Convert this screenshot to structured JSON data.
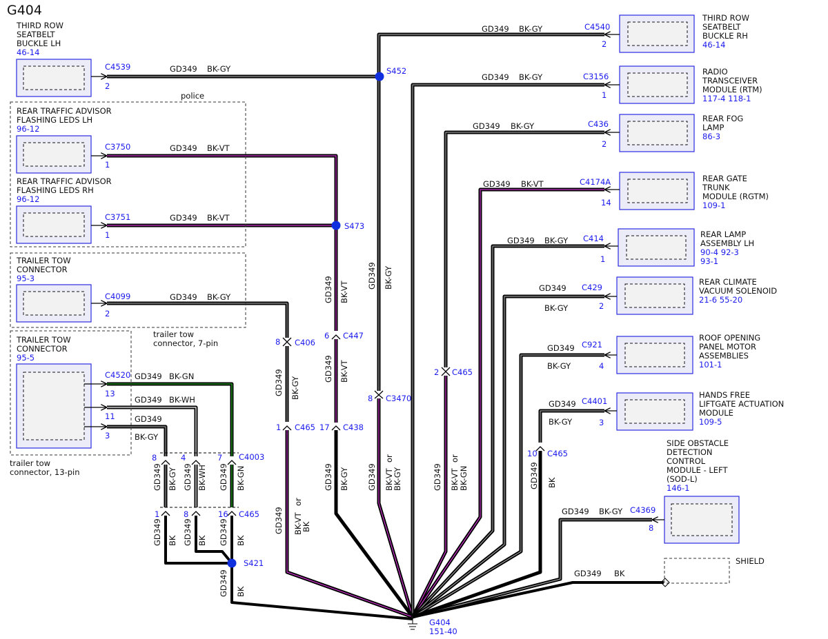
{
  "title": "G404",
  "components": {
    "c4539": {
      "name_lines": [
        "THIRD ROW",
        "SEATBELT",
        "BUCKLE LH"
      ],
      "ref": "46-14",
      "connector": "C4539",
      "pin": "2"
    },
    "c3750": {
      "name_lines": [
        "REAR TRAFFIC ADVISOR",
        "FLASHING LEDS LH"
      ],
      "ref": "96-12",
      "connector": "C3750",
      "pin": "1"
    },
    "c3751": {
      "name_lines": [
        "REAR TRAFFIC ADVISOR",
        "FLASHING LEDS RH"
      ],
      "ref": "96-12",
      "connector": "C3751",
      "pin": "1"
    },
    "c4099": {
      "name_lines": [
        "TRAILER TOW",
        "CONNECTOR"
      ],
      "ref": "95-3",
      "connector": "C4099",
      "pin": "2"
    },
    "c4520": {
      "name_lines": [
        "TRAILER TOW",
        "CONNECTOR"
      ],
      "ref": "95-5",
      "connector": "C4520",
      "pins": [
        "13",
        "11",
        "3"
      ]
    },
    "c4540": {
      "name_lines": [
        "THIRD ROW",
        "SEATBELT",
        "BUCKLE RH"
      ],
      "ref": "46-14",
      "connector": "C4540",
      "pin": "2"
    },
    "c3156": {
      "name_lines": [
        "RADIO",
        "TRANSCEIVER",
        "MODULE (RTM)"
      ],
      "ref": "117-4   118-1",
      "connector": "C3156",
      "pin": "1"
    },
    "c436": {
      "name_lines": [
        "REAR FOG",
        "LAMP"
      ],
      "ref": "86-3",
      "connector": "C436",
      "pin": "2"
    },
    "c4174a": {
      "name_lines": [
        "REAR GATE",
        "TRUNK",
        "MODULE (RGTM)"
      ],
      "ref": "109-1",
      "connector": "C4174A",
      "pin": "14"
    },
    "c414": {
      "name_lines": [
        "REAR LAMP",
        "ASSEMBLY LH"
      ],
      "ref_lines": [
        "90-4    92-3",
        "93-1"
      ],
      "connector": "C414",
      "pin": "1"
    },
    "c429": {
      "name_lines": [
        "REAR CLIMATE",
        "VACUUM SOLENOID"
      ],
      "ref": "21-6    55-20",
      "connector": "C429",
      "pin": "2"
    },
    "c921": {
      "name_lines": [
        "ROOF OPENING",
        "PANEL MOTOR",
        "ASSEMBLIES"
      ],
      "ref": "101-1",
      "connector": "C921",
      "pin": "4"
    },
    "c4401": {
      "name_lines": [
        "HANDS FREE",
        "LIFTGATE ACTUATION",
        "MODULE"
      ],
      "ref": "109-5",
      "connector": "C4401",
      "pin": "3"
    },
    "c4369": {
      "name_lines": [
        "SIDE OBSTACLE",
        "DETECTION",
        "CONTROL",
        "MODULE - LEFT",
        "(SOD-L)"
      ],
      "ref": "146-1",
      "connector": "C4369",
      "pin": "8"
    },
    "shield": {
      "label": "SHIELD"
    }
  },
  "notes": {
    "police": "police",
    "tow7_lines": [
      "trailer tow",
      "connector, 7-pin"
    ],
    "tow13_lines": [
      "trailer tow",
      "connector, 13-pin"
    ]
  },
  "splices": {
    "s452": "S452",
    "s473": "S473",
    "s421": "S421"
  },
  "inline_connectors": {
    "c406": {
      "label": "C406",
      "pin": "8"
    },
    "c447": {
      "label": "C447",
      "pin": "6"
    },
    "c3470": {
      "label": "C3470",
      "pin": "8"
    },
    "c465_b": {
      "label": "C465",
      "pin": "2"
    },
    "c465_a": {
      "label": "C465",
      "pin": "1"
    },
    "c438": {
      "label": "C438",
      "pin": "17"
    },
    "c465_c": {
      "label": "C465",
      "pin": "10"
    },
    "c4003": {
      "label": "C4003",
      "pins": [
        "8",
        "4",
        "7"
      ]
    },
    "c465_d": {
      "label": "C465",
      "pins": [
        "1",
        "8",
        "16"
      ]
    }
  },
  "wire_labels": {
    "circuit": "GD349",
    "bk_gy": "BK-GY",
    "bk_vt": "BK-VT",
    "bk_gn": "BK-GN",
    "bk_wh": "BK-WH",
    "bk": "BK",
    "or": "or"
  },
  "ground": {
    "label": "G404",
    "ref": "151-40"
  }
}
